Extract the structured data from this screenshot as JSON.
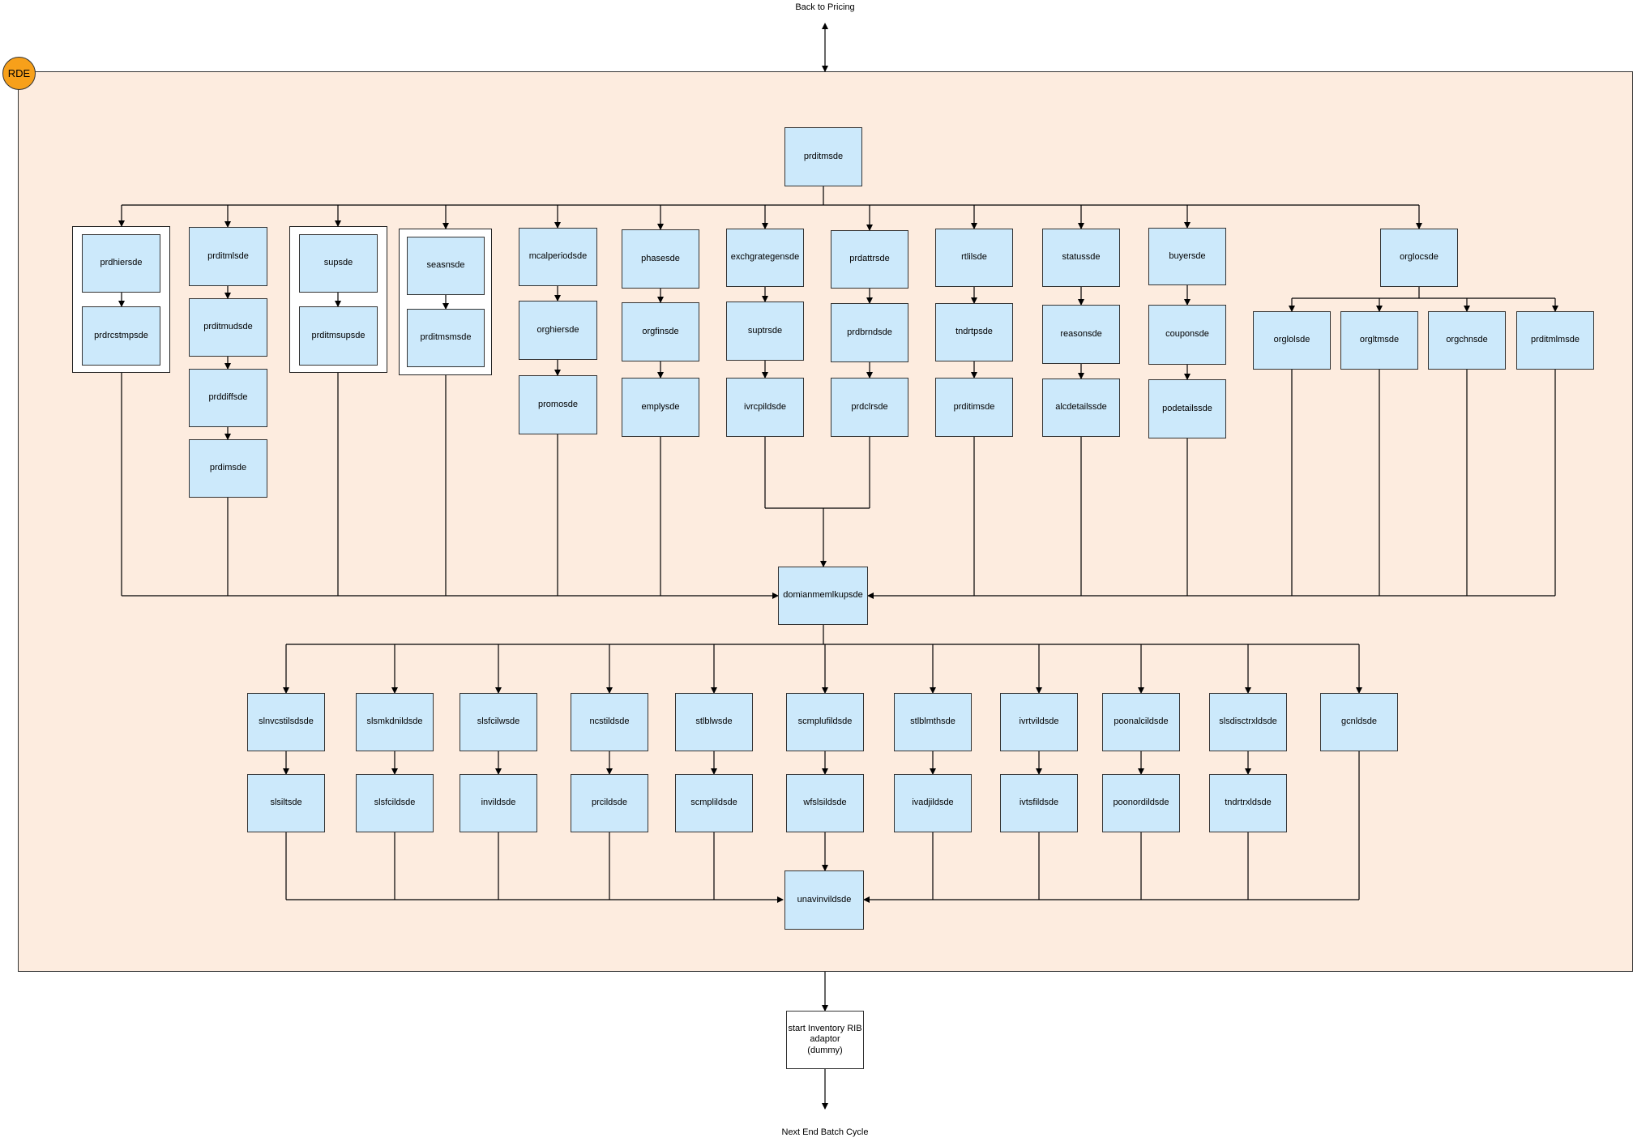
{
  "diagram": {
    "top_label": "Back to Pricing",
    "bottom_label": "Next End Batch Cycle",
    "container_badge": "RDE",
    "colors": {
      "node_fill": "#cce9fb",
      "container_fill": "#fdecdf",
      "badge_fill": "#f7a01a",
      "line": "#000000"
    },
    "nodes": {
      "prditmsde": "prditmsde",
      "prdhiersde": "prdhiersde",
      "prdrcstmpsde": "prdrcstmpsde",
      "prditmlsde": "prditmlsde",
      "prditmudsde": "prditmudsde",
      "prddiffsde": "prddiffsde",
      "prdimsde": "prdimsde",
      "supsde": "supsde",
      "prditmsupsde": "prditmsupsde",
      "seasnsde": "seasnsde",
      "prditmsmsde": "prditmsmsde",
      "mcalperiodsde": "mcalperiodsde",
      "orghiersde": "orghiersde",
      "promosde": "promosde",
      "phasesde": "phasesde",
      "orgfinsde": "orgfinsde",
      "emplysde": "emplysde",
      "exchgrategensde": "exchgrategensde",
      "suptrsde": "suptrsde",
      "ivrcpildsde": "ivrcpildsde",
      "prdattrsde": "prdattrsde",
      "prdbrndsde": "prdbrndsde",
      "prdclrsde": "prdclrsde",
      "rtlilsde": "rtlilsde",
      "tndrtpsde": "tndrtpsde",
      "prditimsde": "prditimsde",
      "statussde": "statussde",
      "reasonsde": "reasonsde",
      "alcdetailssde": "alcdetailssde",
      "buyersde": "buyersde",
      "couponsde": "couponsde",
      "podetailssde": "podetailssde",
      "orglocsde": "orglocsde",
      "orglolsde": "orglolsde",
      "orgltmsde": "orgltmsde",
      "orgchnsde": "orgchnsde",
      "prditmlmsde": "prditmlmsde",
      "domianmemlkupsde": "domianmemlkupsde",
      "slnvcstilsdsde": "slnvcstilsdsde",
      "slsiltsde": "slsiltsde",
      "slsmkdnildsde": "slsmkdnildsde",
      "slsfcildsde": "slsfcildsde",
      "slsfcilwsde": "slsfcilwsde",
      "invildsde": "invildsde",
      "ncstildsde": "ncstildsde",
      "prcildsde": "prcildsde",
      "stlblwsde": "stlblwsde",
      "scmplildsde": "scmplildsde",
      "scmplufildsde": "scmplufildsde",
      "wfslsildsde": "wfslsildsde",
      "stlblmthsde": "stlblmthsde",
      "ivadjildsde": "ivadjildsde",
      "ivrtvildsde": "ivrtvildsde",
      "ivtsfildsde": "ivtsfildsde",
      "poonalcildsde": "poonalcildsde",
      "poonordildsde": "poonordildsde",
      "slsdisctrxldsde": "slsdisctrxldsde",
      "tndrtrxldsde": "tndrtrxldsde",
      "gcnldsde": "gcnldsde",
      "unavinvildsde": "unavinvildsde",
      "start_adaptor": [
        "start Inventory RIB",
        "adaptor",
        "(dummy)"
      ]
    }
  }
}
